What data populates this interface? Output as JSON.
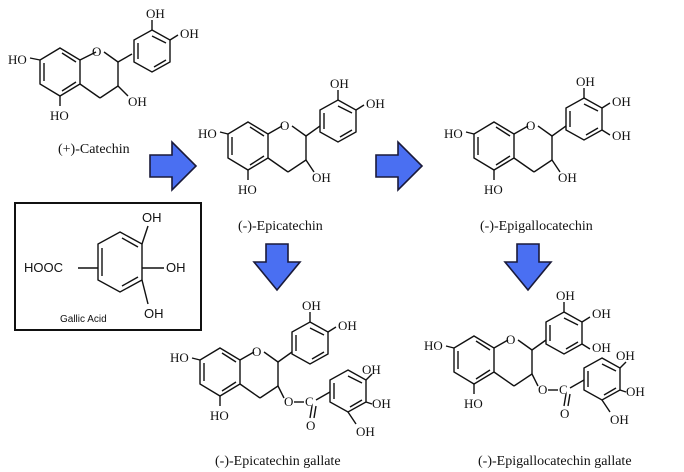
{
  "compounds": {
    "catechin": {
      "name": "(+)-Catechin"
    },
    "epicatechin": {
      "name": "(-)-Epicatechin"
    },
    "epigallocatechin": {
      "name": "(-)-Epigallocatechin"
    },
    "epicatechin_gallate": {
      "name": "(-)-Epicatechin gallate"
    },
    "epigallocatechin_gallate": {
      "name": "(-)-Epigallocatechin gallate"
    }
  },
  "gallic_acid": {
    "name": "Gallic Acid",
    "group": "HOOC",
    "oh": "OH"
  },
  "atoms": {
    "ho": "HO",
    "oh": "OH",
    "o": "O",
    "c": "C"
  },
  "colors": {
    "arrow_fill": "#4a6ff2",
    "arrow_stroke": "#1a1a3a"
  }
}
